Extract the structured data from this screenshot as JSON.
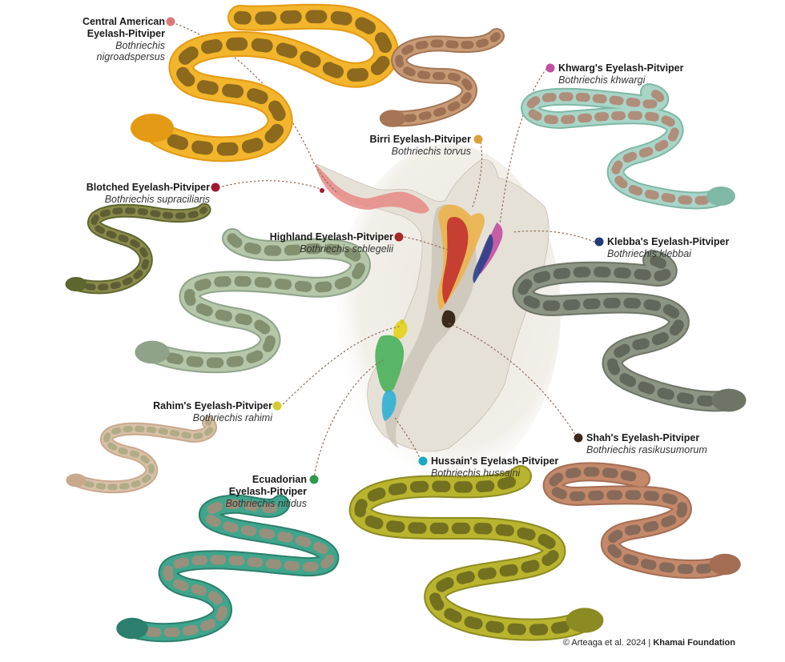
{
  "species": [
    {
      "key": "central",
      "common": "Central American\nEyelash-Pitviper",
      "scientific": "Bothriechis\nnigroadspersus",
      "dot": "#d97a7a",
      "snake_colors": [
        "#f2b52b",
        "#e49a14",
        "#3a2a12"
      ]
    },
    {
      "key": "birri",
      "common": "Birri Eyelash-Pitviper",
      "scientific": "Bothriechis torvus",
      "dot": "#d8a33c",
      "snake_colors": [
        "#c79a76",
        "#a67555",
        "#7a4e36"
      ]
    },
    {
      "key": "khwarg",
      "common": "Khwarg's Eyelash-Pitviper",
      "scientific": "Bothriechis khwargi",
      "dot": "#c24fa0",
      "snake_colors": [
        "#a9d4c8",
        "#7fb8a6",
        "#b5543c"
      ]
    },
    {
      "key": "blotched",
      "common": "Blotched Eyelash-Pitviper",
      "scientific": "Bothriechis supraciliaris",
      "dot": "#a01830",
      "snake_colors": [
        "#8a8a4a",
        "#5e6630",
        "#3b3a22"
      ]
    },
    {
      "key": "highland",
      "common": "Highland Eyelash-Pitviper",
      "scientific": "Bothriechis schlegelii",
      "dot": "#a8282a",
      "snake_colors": [
        "#b5c7a8",
        "#8fa38a",
        "#58623f"
      ]
    },
    {
      "key": "klebba",
      "common": "Klebba's Eyelash-Pitviper",
      "scientific": "Bothriechis klebbai",
      "dot": "#1f3a7a",
      "snake_colors": [
        "#8c9483",
        "#6e7567",
        "#3e4238"
      ]
    },
    {
      "key": "rahim",
      "common": "Rahim's Eyelash-Pitviper",
      "scientific": "Bothriechis rahimi",
      "dot": "#d4cc2a",
      "snake_colors": [
        "#d8c0a8",
        "#c9a98c",
        "#8f9a6a"
      ]
    },
    {
      "key": "shah",
      "common": "Shah's Eyelash-Pitviper",
      "scientific": "Bothriechis rasikusumorum",
      "dot": "#3b2a1c",
      "snake_colors": [
        "#c4886a",
        "#a36e54",
        "#56524a"
      ]
    },
    {
      "key": "hussain",
      "common": "Hussain's Eyelash-Pitviper",
      "scientific": "Bothriechis hussaini",
      "dot": "#1aa8c8",
      "snake_colors": [
        "#b9b42e",
        "#8c8a22",
        "#3a3a14"
      ]
    },
    {
      "key": "ecuadorian",
      "common": "Ecuadorian\nEyelash-Pitviper",
      "scientific": "Bothriechis nitidus",
      "dot": "#2f9a4a",
      "snake_colors": [
        "#3fa58c",
        "#2c7f6c",
        "#e08070"
      ]
    }
  ],
  "map": {
    "land_color": "#e8e4db",
    "relief_color": "#cfc8bc",
    "range_colors": {
      "central": "#e58a86",
      "birri": "#ebb24a",
      "schlegelii": "#c2322f",
      "khwarg": "#c24fa0",
      "klebbai": "#2a3f88",
      "rahimi": "#e5d42a",
      "nitidus": "#4cb25c",
      "hussaini": "#2fb0d4",
      "rasikusumorum": "#3b2a1c"
    }
  },
  "credit": {
    "text": "© Arteaga et al. 2024 | ",
    "org": "Khamai Foundation"
  }
}
